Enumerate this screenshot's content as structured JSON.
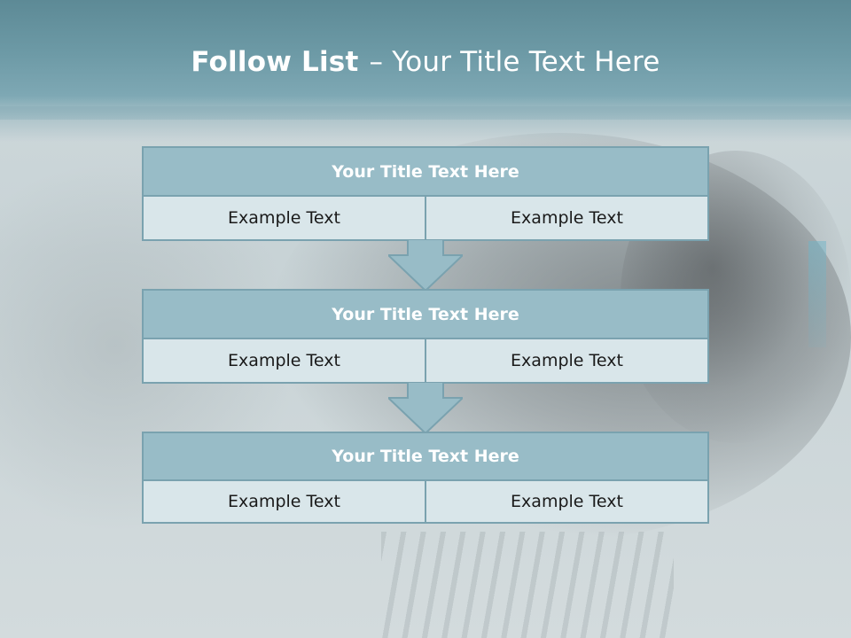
{
  "slide": {
    "title_bold": "Follow List",
    "title_dash": "–",
    "title_rest": "Your Title Text Here"
  },
  "colors": {
    "header_band": "#6d9aa6",
    "box_header_fill": "#98bcc7",
    "box_border": "#7aa2af",
    "cell_fill": "#d9e6ea",
    "arrow_fill": "#98bcc7"
  },
  "steps": [
    {
      "title": "Your Title Text Here",
      "left": "Example Text",
      "right": "Example Text"
    },
    {
      "title": "Your Title Text Here",
      "left": "Example Text",
      "right": "Example Text"
    },
    {
      "title": "Your Title Text Here",
      "left": "Example Text",
      "right": "Example Text"
    }
  ],
  "connectors": [
    {
      "icon": "down-arrow-icon"
    },
    {
      "icon": "down-arrow-icon"
    }
  ]
}
